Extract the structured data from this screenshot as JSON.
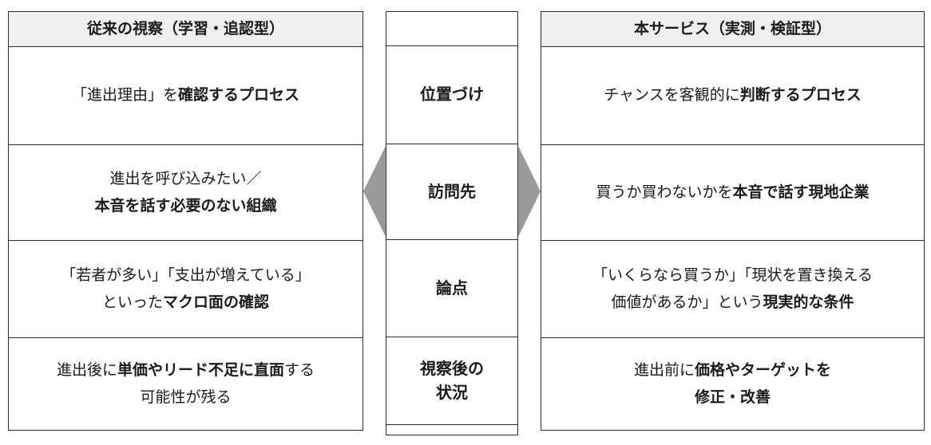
{
  "colors": {
    "arrow_gray": "#9a9a9a",
    "header_bg": "#efefef",
    "border": "#2b2b2b"
  },
  "left": {
    "header": "従来の視察（学習・追認型）",
    "rows": [
      {
        "pre": "「進出理由」を",
        "bold": "確認するプロセス"
      },
      {
        "line1": "進出を呼び込みたい／",
        "line2_bold": "本音を話す必要のない組織"
      },
      {
        "line1": "「若者が多い」「支出が増えている」",
        "line2_pre": "といった",
        "line2_bold": "マクロ面の確認"
      },
      {
        "line1_pre": "進出後に",
        "line1_bold": "単価やリード不足に直面",
        "line1_post": "する",
        "line2": "可能性が残る"
      }
    ]
  },
  "middle": {
    "cells": [
      {
        "text": "位置づけ"
      },
      {
        "text": "訪問先"
      },
      {
        "text": "論点"
      },
      {
        "line1": "視察後の",
        "line2": "状況"
      }
    ]
  },
  "right": {
    "header": "本サービス（実測・検証型）",
    "rows": [
      {
        "pre": "チャンスを客観的に",
        "bold": "判断するプロセス"
      },
      {
        "pre": "買うか買わないかを",
        "bold": "本音で話す現地企業"
      },
      {
        "line1": "「いくらなら買うか」「現状を置き換える",
        "line2_pre": "価値があるか」という",
        "line2_bold": "現実的な条件"
      },
      {
        "line1_pre": "進出前に",
        "line1_bold": "価格やターゲットを",
        "line2_bold": "修正・改善"
      }
    ]
  }
}
